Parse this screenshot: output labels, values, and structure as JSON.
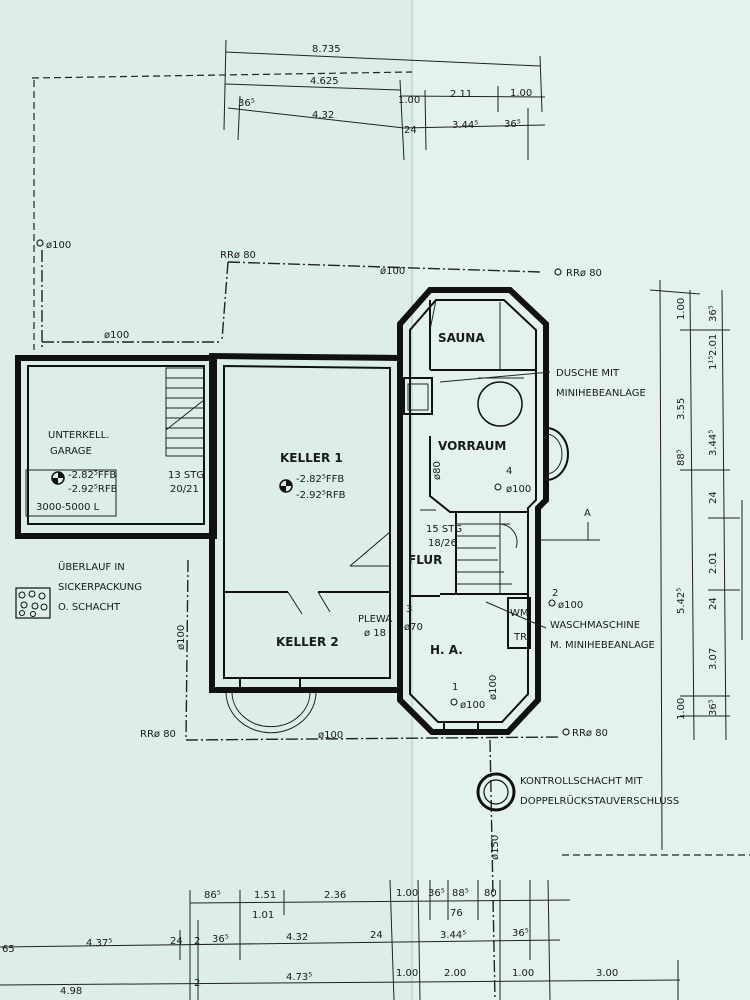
{
  "rooms": {
    "garage_line1": "UNTERKELL.",
    "garage_line2": "GARAGE",
    "garage_ffb": "-2.82⁵FFB",
    "garage_rfb": "-2.92⁵RFB",
    "garage_tank": "3000-5000 L",
    "stairs_left_1": "13 STG",
    "stairs_left_2": "20/21",
    "keller1": "KELLER 1",
    "keller1_ffb": "-2.82⁵FFB",
    "keller1_rfb": "-2.92⁵RFB",
    "keller2": "KELLER 2",
    "plewa_1": "PLEWA",
    "plewa_2": "ø 18",
    "sauna": "SAUNA",
    "vorraum": "VORRAUM",
    "flur": "FLUR",
    "ha": "H. A.",
    "stairs_right_1": "15 STG",
    "stairs_right_2": "18/26",
    "wm": "WM",
    "tr": "TR"
  },
  "annotations": {
    "dusche_1": "DUSCHE MIT",
    "dusche_2": "MINIHEBEANLAGE",
    "wasch_1": "WASCHMASCHINE",
    "wasch_2": "M. MINIHEBEANLAGE",
    "ueberlauf_1": "ÜBERLAUF IN",
    "ueberlauf_2": "SICKERPACKUNG",
    "ueberlauf_3": "O. SCHACHT",
    "kontroll_1": "KONTROLLSCHACHT MIT",
    "kontroll_2": "DOPPELRÜCKSTAUVERSCHLUSS",
    "section_a": "A"
  },
  "pipes": {
    "p100_topleft": "ø100",
    "rr80_top": "RRø 80",
    "p100_top": "ø100",
    "rr80_topright": "RRø 80",
    "p100_garage": "ø100",
    "p100_left": "ø100",
    "rr80_bottomleft": "RRø 80",
    "p100_bottom": "ø100",
    "rr80_bottomright": "RRø 80",
    "p80_vorraum": "ø80",
    "n4": "4",
    "p100_4": "ø100",
    "n2": "2",
    "p100_2": "ø100",
    "n3": "3",
    "p70": "ø70",
    "n1": "1",
    "p100_1": "ø100",
    "p100_vert": "ø100",
    "p150": "ø150"
  },
  "dims_top": {
    "d8735": "8.735",
    "d4625": "4.625",
    "d100a": "1.00",
    "d211": "2.11",
    "d100b": "1.00",
    "d365a": "36⁵",
    "d432": "4.32",
    "d24": "24",
    "d3445": "3.44⁵",
    "d365b": "36⁵"
  },
  "dims_right": {
    "d100": "1.00",
    "d365": "36⁵",
    "d115": "1¹⁵",
    "d201a": "2.01",
    "d355": "3.55",
    "d3445": "3.44⁵",
    "d885": "88⁵",
    "d24a": "24",
    "d201b": "2.01",
    "d5425": "5.42⁵",
    "d24b": "24",
    "d307": "3.07",
    "d100b": "1.00",
    "d365b": "36⁵"
  },
  "dims_bottom": {
    "r1_865": "86⁵",
    "r1_151": "1.51",
    "r1_236": "2.36",
    "r1_100": "1.00",
    "r1_365": "36⁵",
    "r1_885": "88⁵",
    "r1_80": "80",
    "r1_101": "1.01",
    "r1_76": "76",
    "r2_65": "65",
    "r2_4375": "4.37⁵",
    "r2_24a": "24",
    "r2_2": "2",
    "r2_365a": "36⁵",
    "r2_432": "4.32",
    "r2_24b": "24",
    "r2_3445": "3.44⁵",
    "r2_365b": "36⁵",
    "r3_498": "4.98",
    "r3_2": "2",
    "r3_4735": "4.73⁵",
    "r3_100a": "1.00",
    "r3_200": "2.00",
    "r3_100b": "1.00",
    "r3_300": "3.00"
  }
}
